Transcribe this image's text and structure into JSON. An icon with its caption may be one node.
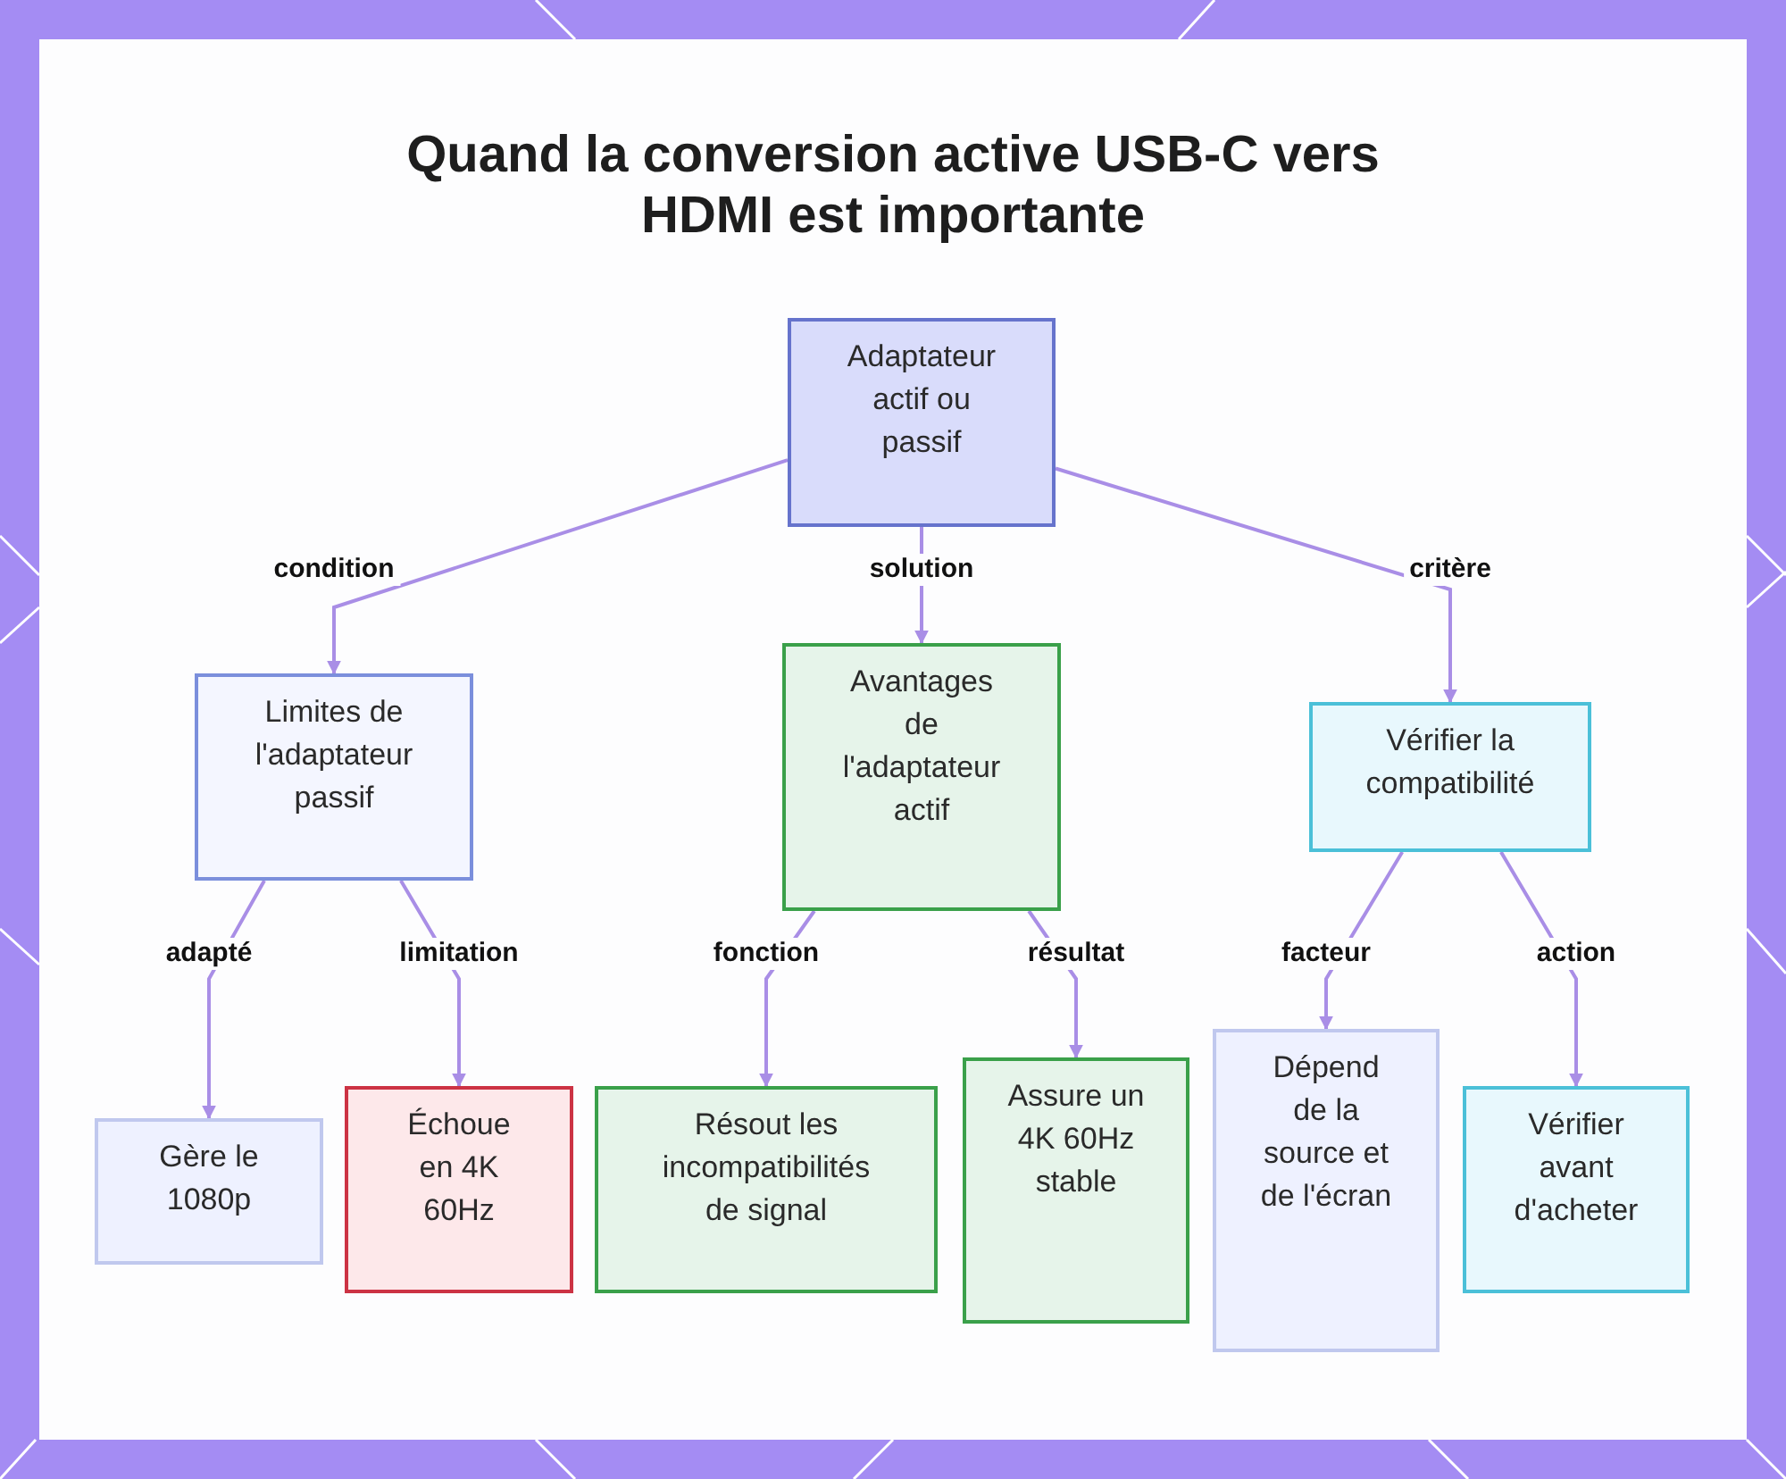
{
  "diagram": {
    "title": "Quand la conversion active USB-C vers HDMI est importante",
    "nodes": [
      {
        "text": [
          "Adaptateur actif ou passif"
        ]
      },
      {
        "text": [
          "Limites de l'adaptateur passif"
        ]
      },
      {
        "text": [
          "Avantages de l'adaptateur actif"
        ]
      },
      {
        "text": [
          "Vérifier la compatibilité"
        ]
      },
      {
        "text": [
          "Gère le 1080p"
        ]
      },
      {
        "text": [
          "Échoue en 4K 60Hz"
        ]
      },
      {
        "text": [
          "Résout les incompatibilités de signal"
        ]
      },
      {
        "text": [
          "Assure un 4K 60Hz stable"
        ]
      },
      {
        "text": [
          "Dépend de la source et de l'écran"
        ]
      },
      {
        "text": [
          "Vérifier avant d'acheter"
        ]
      }
    ],
    "edges": [
      {
        "from": 0,
        "to": 1,
        "arrow": "to",
        "label": "condition"
      },
      {
        "from": 0,
        "to": 2,
        "arrow": "to",
        "label": "solution"
      },
      {
        "from": 0,
        "to": 3,
        "arrow": "to",
        "label": "critère"
      },
      {
        "from": 1,
        "to": 4,
        "arrow": "to",
        "label": "adapté"
      },
      {
        "from": 1,
        "to": 5,
        "arrow": "to",
        "label": "limitation"
      },
      {
        "from": 2,
        "to": 6,
        "arrow": "to",
        "label": "fonction"
      },
      {
        "from": 2,
        "to": 7,
        "arrow": "to",
        "label": "résultat"
      },
      {
        "from": 3,
        "to": 8,
        "arrow": "to",
        "label": "facteur"
      },
      {
        "from": 3,
        "to": 9,
        "arrow": "to",
        "label": "action"
      }
    ]
  }
}
